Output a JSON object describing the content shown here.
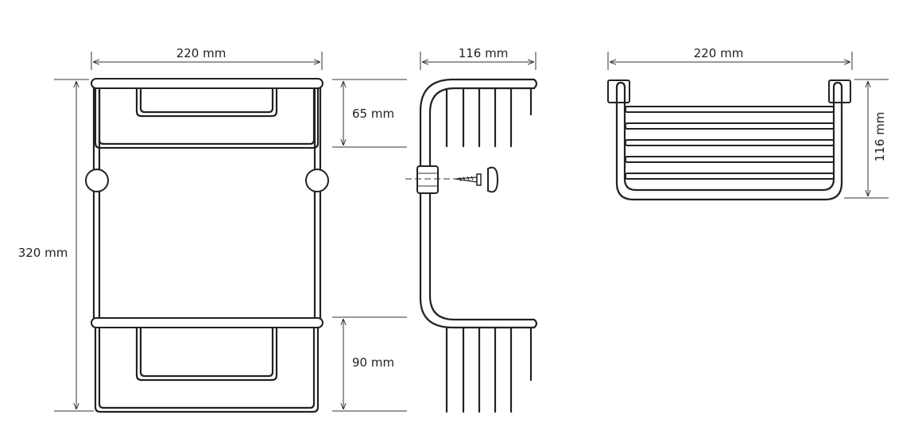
{
  "dimensions": {
    "front_width": "220 mm",
    "front_height": "320 mm",
    "upper_basket_depth": "65 mm",
    "lower_basket_depth": "90 mm",
    "side_depth": "116 mm",
    "top_width": "220 mm",
    "top_height": "116 mm"
  }
}
